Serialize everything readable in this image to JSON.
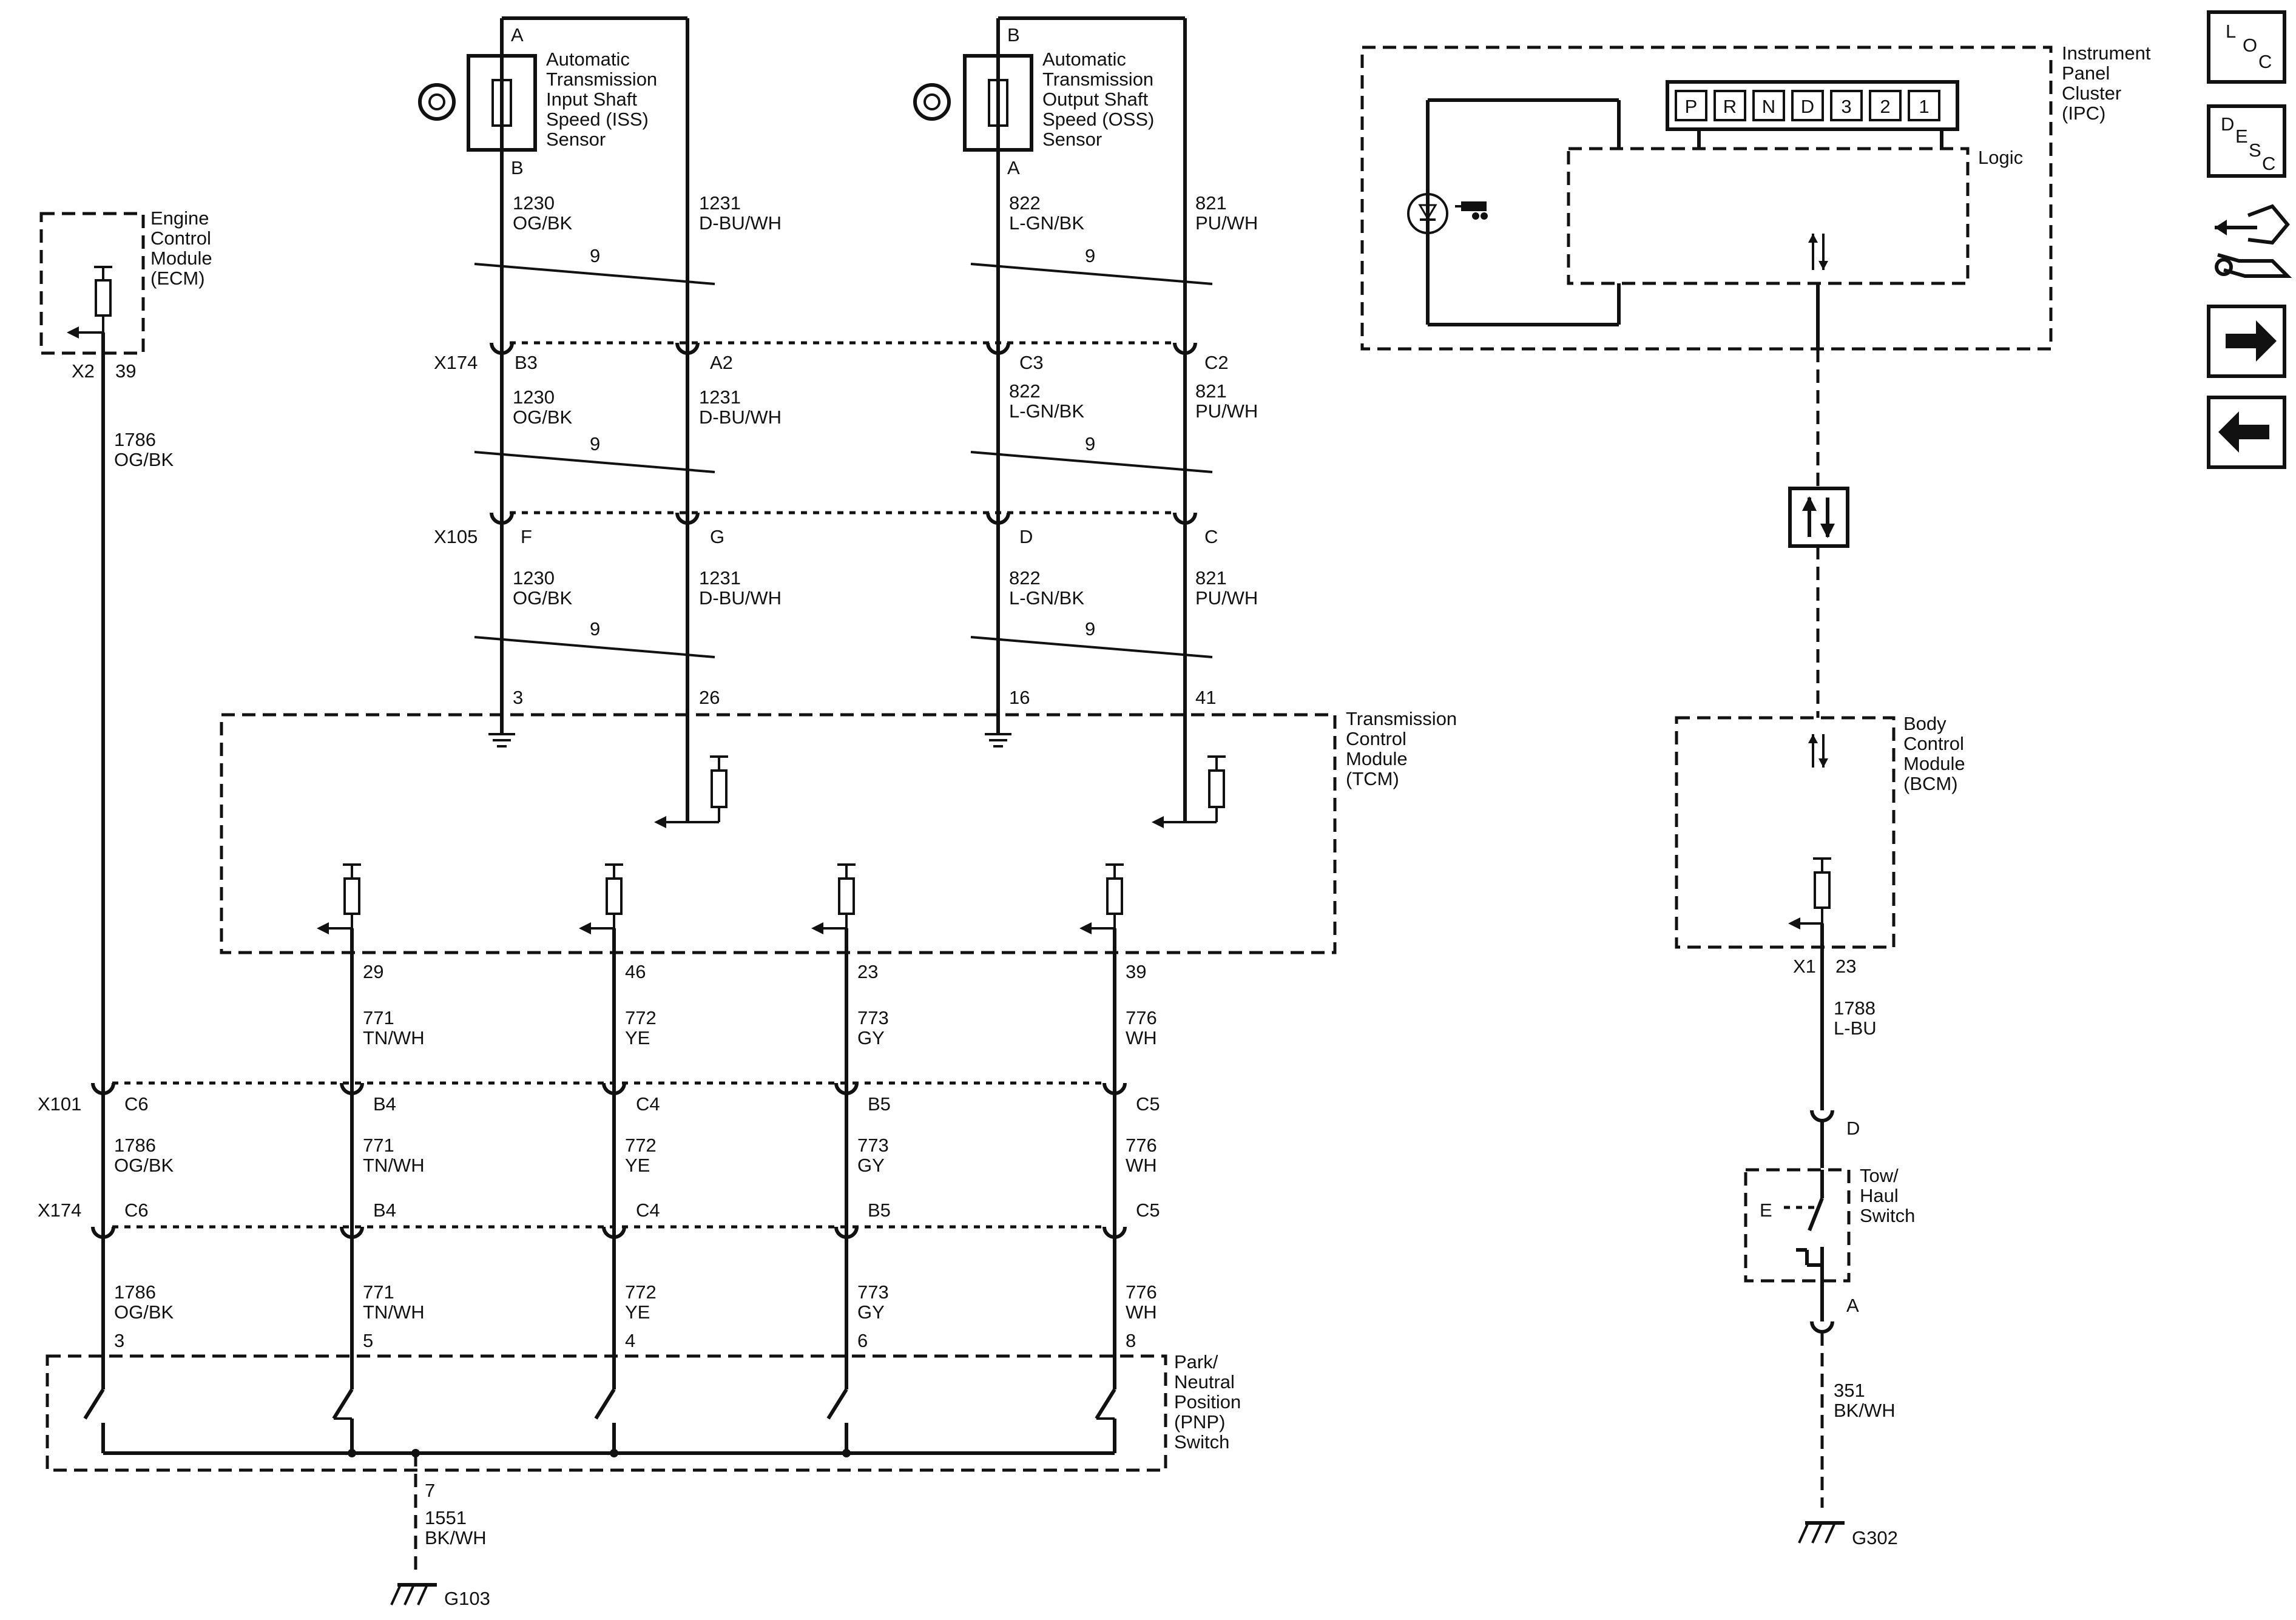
{
  "sensors": [
    {
      "name_lines": [
        "Automatic",
        "Transmission",
        "Input Shaft",
        "Speed (ISS)",
        "Sensor"
      ],
      "top_pin": "A",
      "bottom_pin": "B"
    },
    {
      "name_lines": [
        "Automatic",
        "Transmission",
        "Output Shaft",
        "Speed (OSS)",
        "Sensor"
      ],
      "top_pin": "B",
      "bottom_pin": "A"
    }
  ],
  "ecm": {
    "name_lines": [
      "Engine",
      "Control",
      "Module",
      "(ECM)"
    ],
    "connector": "X2",
    "pin": "39",
    "circuit": "1786",
    "color": "OG/BK"
  },
  "sensor_columns": [
    {
      "seg1": [
        "1230",
        "OG/BK"
      ],
      "twist": "9",
      "x174_pin": "B3",
      "seg2": [
        "1230",
        "OG/BK"
      ],
      "x105_pin": "F",
      "seg3": [
        "1230",
        "OG/BK"
      ],
      "tcm_pin": "3"
    },
    {
      "seg1": [
        "1231",
        "D-BU/WH"
      ],
      "twist": "9",
      "x174_pin": "A2",
      "seg2": [
        "1231",
        "D-BU/WH"
      ],
      "x105_pin": "G",
      "seg3": [
        "1231",
        "D-BU/WH"
      ],
      "tcm_pin": "26"
    },
    {
      "seg1": [
        "822",
        "L-GN/BK"
      ],
      "twist": "9",
      "x174_pin": "C3",
      "seg2": [
        "822",
        "L-GN/BK"
      ],
      "x105_pin": "D",
      "seg3": [
        "822",
        "L-GN/BK"
      ],
      "tcm_pin": "16"
    },
    {
      "seg1": [
        "821",
        "PU/WH"
      ],
      "twist": "9",
      "x174_pin": "C2",
      "seg2": [
        "821",
        "PU/WH"
      ],
      "x105_pin": "C",
      "seg3": [
        "821",
        "PU/WH"
      ],
      "tcm_pin": "41"
    }
  ],
  "connectors": {
    "x174": "X174",
    "x105": "X105",
    "x101": "X101",
    "x174b": "X174"
  },
  "tcm": {
    "name_lines": [
      "Transmission",
      "Control",
      "Module",
      "(TCM)"
    ]
  },
  "pnp_columns": [
    {
      "tcm_pin": "",
      "wire": [
        "1786",
        "OG/BK"
      ],
      "x101_pin": "C6",
      "wire2": [
        "1786",
        "OG/BK"
      ],
      "x174_pin": "C6",
      "wire3": [
        "1786",
        "OG/BK"
      ],
      "pnp_pin": "3"
    },
    {
      "tcm_pin": "29",
      "wire": [
        "771",
        "TN/WH"
      ],
      "x101_pin": "B4",
      "wire2": [
        "771",
        "TN/WH"
      ],
      "x174_pin": "B4",
      "wire3": [
        "771",
        "TN/WH"
      ],
      "pnp_pin": "5"
    },
    {
      "tcm_pin": "46",
      "wire": [
        "772",
        "YE"
      ],
      "x101_pin": "C4",
      "wire2": [
        "772",
        "YE"
      ],
      "x174_pin": "C4",
      "wire3": [
        "772",
        "YE"
      ],
      "pnp_pin": "4"
    },
    {
      "tcm_pin": "23",
      "wire": [
        "773",
        "GY"
      ],
      "x101_pin": "B5",
      "wire2": [
        "773",
        "GY"
      ],
      "x174_pin": "B5",
      "wire3": [
        "773",
        "GY"
      ],
      "pnp_pin": "6"
    },
    {
      "tcm_pin": "39",
      "wire": [
        "776",
        "WH"
      ],
      "x101_pin": "C5",
      "wire2": [
        "776",
        "WH"
      ],
      "x174_pin": "C5",
      "wire3": [
        "776",
        "WH"
      ],
      "pnp_pin": "8"
    }
  ],
  "pnp": {
    "name_lines": [
      "Park/",
      "Neutral",
      "Position",
      "(PNP)",
      "Switch"
    ],
    "ground_pin": "7",
    "ground_wire": [
      "1551",
      "BK/WH"
    ],
    "ground": "G103"
  },
  "ipc": {
    "name_lines": [
      "Instrument",
      "Panel",
      "Cluster",
      "(IPC)"
    ],
    "logic_label": "Logic",
    "prndl": [
      "P",
      "R",
      "N",
      "D",
      "3",
      "2",
      "1"
    ]
  },
  "bcm": {
    "name_lines": [
      "Body",
      "Control",
      "Module",
      "(BCM)"
    ],
    "connector": "X1",
    "pin": "23",
    "wire": [
      "1788",
      "L-BU"
    ]
  },
  "tow_haul": {
    "name_lines": [
      "Tow/",
      "Haul",
      "Switch"
    ],
    "pin_top": "D",
    "pin_bottom": "A",
    "symbol": "E",
    "ground_wire": [
      "351",
      "BK/WH"
    ],
    "ground": "G302"
  },
  "side_nav": [
    {
      "kind": "loc",
      "letters": [
        "L",
        "O",
        "C"
      ]
    },
    {
      "kind": "desc",
      "letters": [
        "D",
        "E",
        "S",
        "C"
      ]
    },
    {
      "kind": "connector-icon"
    },
    {
      "kind": "next-arrow"
    },
    {
      "kind": "prev-arrow"
    }
  ]
}
